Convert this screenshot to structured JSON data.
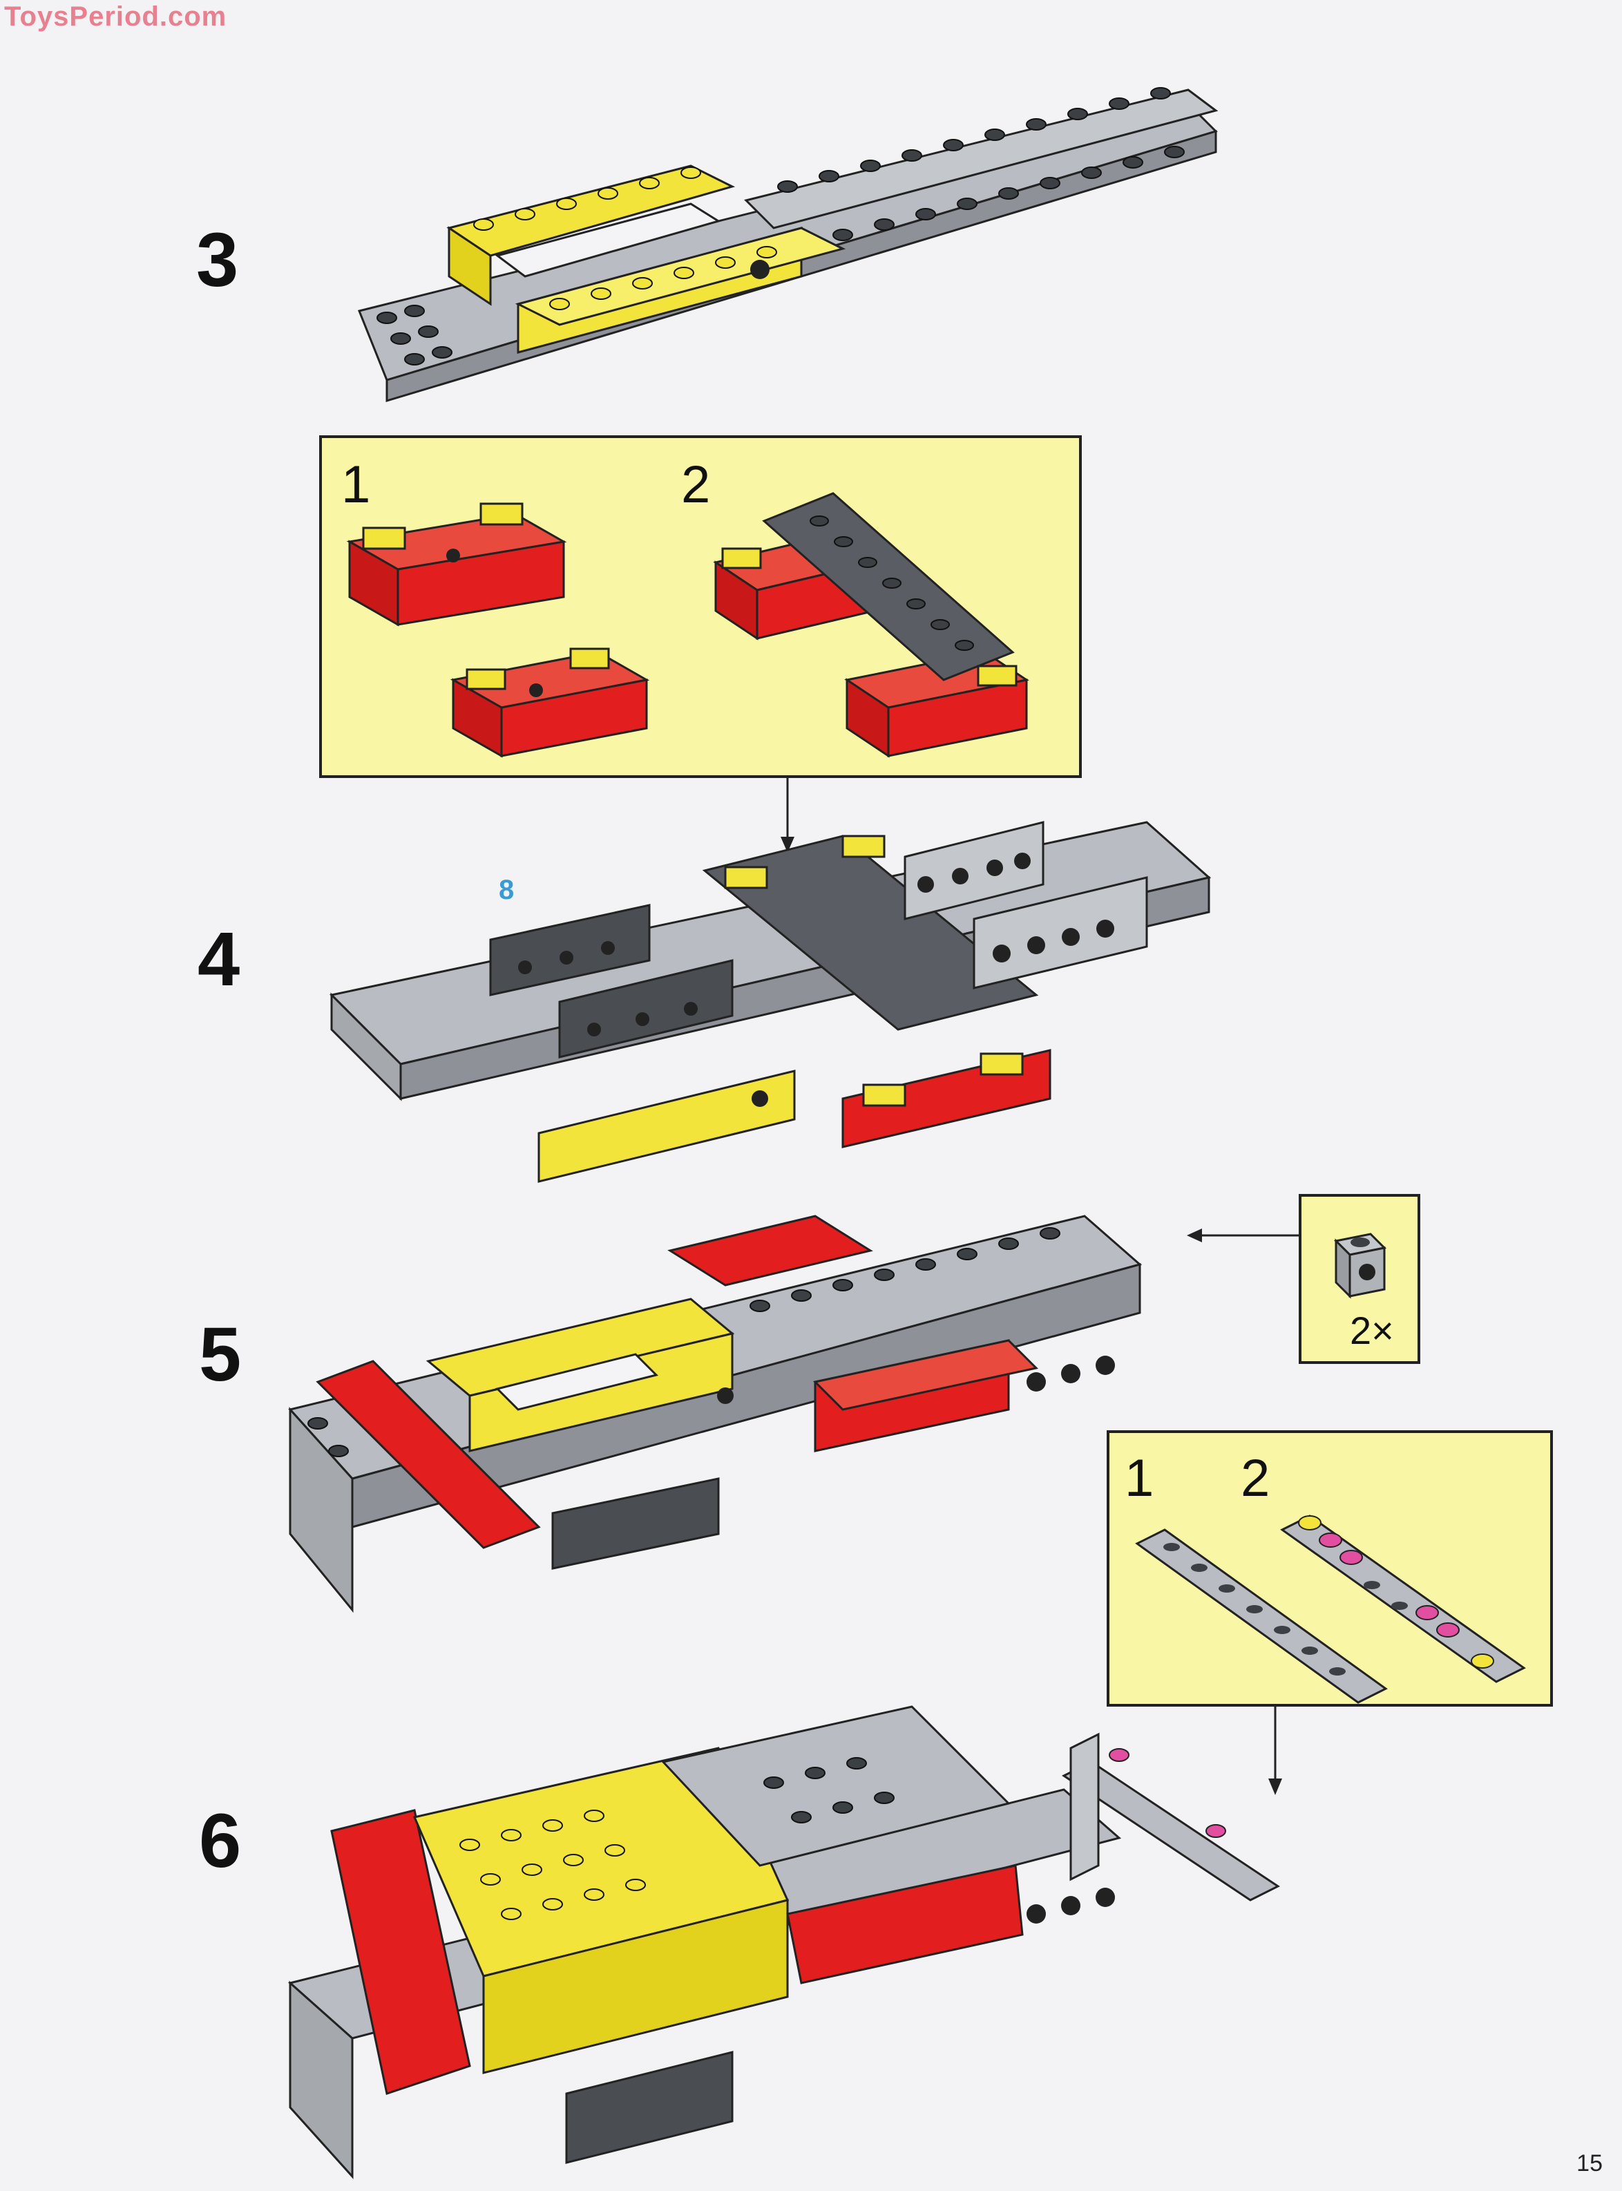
{
  "watermark": "ToysPeriod.com",
  "steps": [
    {
      "number": "3"
    },
    {
      "number": "4"
    },
    {
      "number": "5"
    },
    {
      "number": "6"
    }
  ],
  "callout_step4": {
    "sub1": "1",
    "sub2": "2"
  },
  "callout_step5": {
    "quantity": "2×"
  },
  "callout_step6": {
    "sub1": "1",
    "sub2": "2"
  },
  "part_ref_label": "8",
  "page_number": "15",
  "colors": {
    "panel": "#f9f7a6",
    "brick_yellow": "#f2e43a",
    "brick_red": "#e21e1e",
    "brick_gray": "#b9bcc2",
    "brick_dark": "#4a4d52",
    "stud_dark": "#3c3f44"
  }
}
